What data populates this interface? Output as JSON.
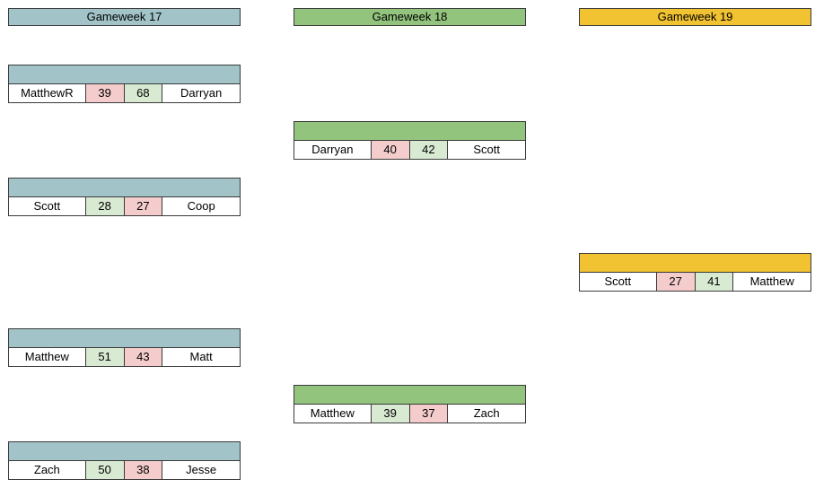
{
  "colors": {
    "gameweek_17": "#a2c4c9",
    "gameweek_18": "#93c47d",
    "gameweek_19": "#f1c232",
    "higher_score": "#d9ead3",
    "lower_score": "#f4cccc"
  },
  "headers": [
    "Gameweek 17",
    "Gameweek 18",
    "Gameweek 19"
  ],
  "gameweek_17": [
    {
      "home": "MatthewR",
      "home_score": "39",
      "away_score": "68",
      "away": "Darryan"
    },
    {
      "home": "Scott",
      "home_score": "28",
      "away_score": "27",
      "away": "Coop"
    },
    {
      "home": "Matthew",
      "home_score": "51",
      "away_score": "43",
      "away": "Matt"
    },
    {
      "home": "Zach",
      "home_score": "50",
      "away_score": "38",
      "away": "Jesse"
    }
  ],
  "gameweek_18": [
    {
      "home": "Darryan",
      "home_score": "40",
      "away_score": "42",
      "away": "Scott"
    },
    {
      "home": "Matthew",
      "home_score": "39",
      "away_score": "37",
      "away": "Zach"
    }
  ],
  "gameweek_19": [
    {
      "home": "Scott",
      "home_score": "27",
      "away_score": "41",
      "away": "Matthew"
    }
  ]
}
